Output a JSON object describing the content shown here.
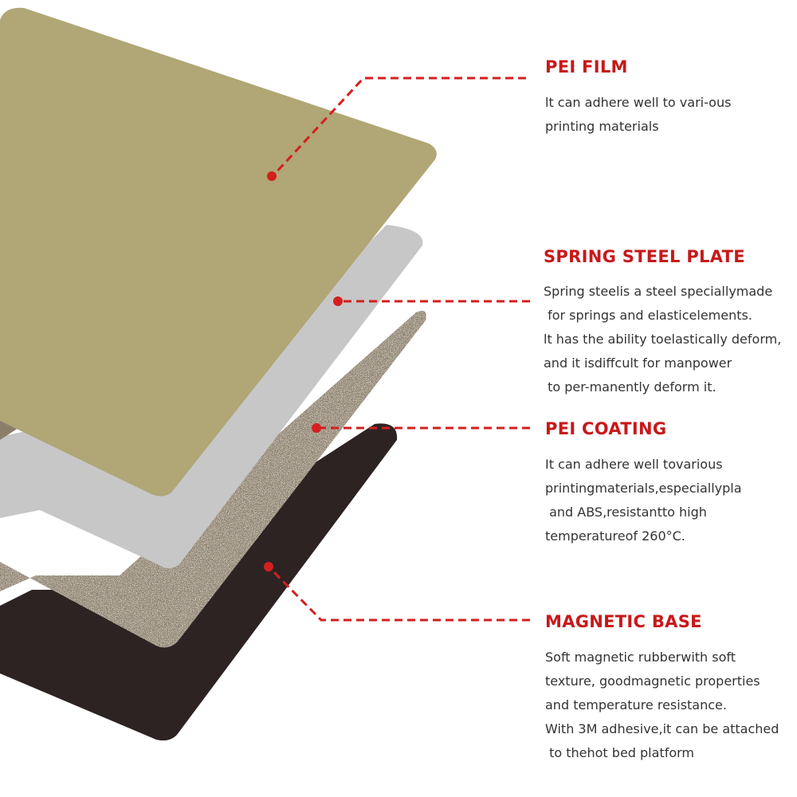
{
  "colors": {
    "accent": "#d41f1f",
    "title": "#c8181a",
    "body_text": "#333333",
    "pei_film": "#b0a676",
    "spring_steel": "#c7c7c8",
    "pei_coating": "#8b7f6c",
    "magnetic_base": "#2d2323"
  },
  "layers": [
    {
      "id": "pei-film",
      "title": "PEI FILM",
      "lines": [
        "lt can adhere well to vari-ous",
        "printing materials"
      ]
    },
    {
      "id": "spring-steel-plate",
      "title": "SPRING STEEL PLATE",
      "lines": [
        "Spring steelis a steel speciallymade",
        " for springs and elasticelements.",
        "lt has the ability toelastically deform,",
        "and it isdiffcult for manpower",
        " to per-manently deform it."
      ]
    },
    {
      "id": "pei-coating",
      "title": "PEI COATING",
      "lines": [
        "It can adhere well tovarious",
        "printingmaterials,especiallypla",
        " and ABS,resistantto high",
        "temperatureof 260°C."
      ]
    },
    {
      "id": "magnetic-base",
      "title": "MAGNETIC BASE",
      "lines": [
        "Soft magnetic rubberwith soft",
        "texture, goodmagnetic properties",
        "and temperature resistance.",
        "With 3M adhesive,it can be attached",
        " to thehot bed platform"
      ]
    }
  ]
}
